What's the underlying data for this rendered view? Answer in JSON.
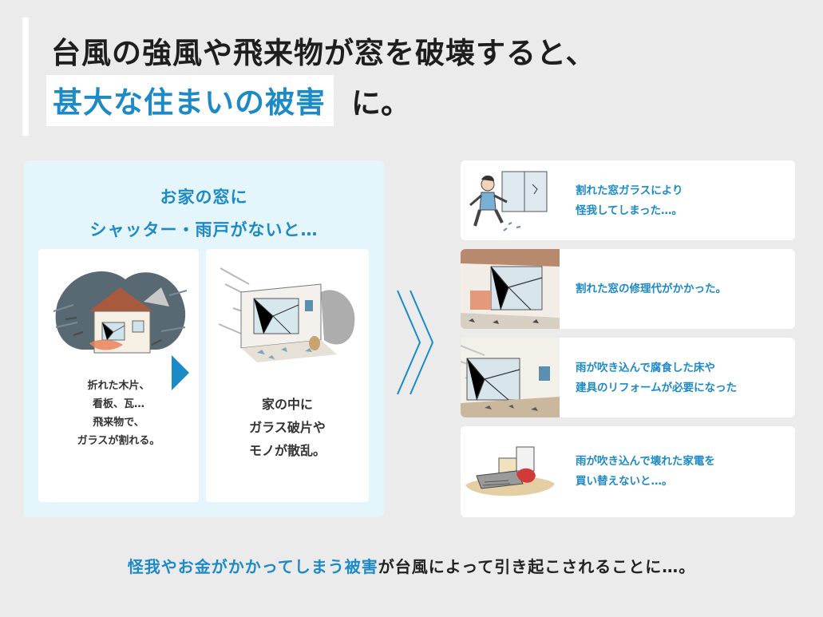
{
  "title": {
    "line1": "台風の強風や飛来物が窓を破壊すると、",
    "highlight": "甚大な住まいの被害",
    "suffix": "に。"
  },
  "left": {
    "heading1": "お家の窓に",
    "heading2": "シャッター・雨戸がないと…",
    "card_a_lines": [
      "折れた木片、",
      "看板、瓦…",
      "飛来物で、",
      "ガラスが割れる。"
    ],
    "card_b_lines": [
      "家の中に",
      "ガラス破片や",
      "モノが散乱。"
    ]
  },
  "right": {
    "items": [
      {
        "lines": [
          "割れた窓ガラスにより",
          "怪我してしまった…。"
        ]
      },
      {
        "lines": [
          "割れた窓の修理代がかかった。"
        ]
      },
      {
        "lines": [
          "雨が吹き込んで腐食した床や",
          "建具のリフォームが必要になった"
        ]
      },
      {
        "lines": [
          "雨が吹き込んで壊れた家電を",
          "買い替えないと…。"
        ]
      }
    ]
  },
  "bottom": {
    "blue": "怪我やお金がかかってしまう被害",
    "dark": "が台風によって引き起こされることに…。"
  },
  "colors": {
    "accent": "#1d8ac8",
    "panel": "#e5f5fc",
    "background": "#ebebeb"
  }
}
